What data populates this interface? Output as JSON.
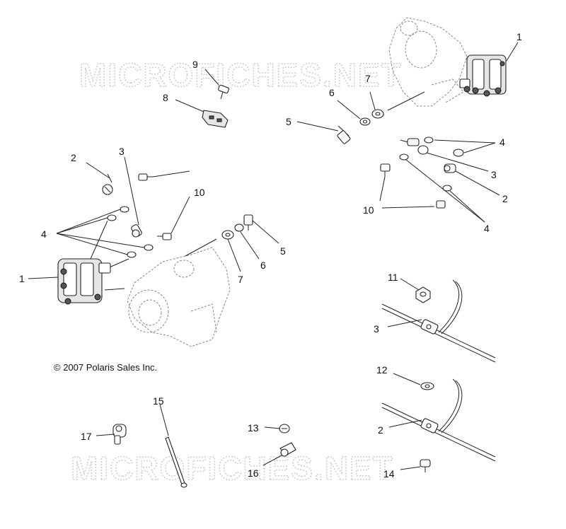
{
  "watermark": {
    "text": "MICROFICHES.NET"
  },
  "copyright": {
    "text": "© 2007 Polaris Sales Inc."
  },
  "callouts": {
    "r1": "1",
    "r7": "7",
    "r6": "6",
    "r5": "5",
    "r4a": "4",
    "r3": "3",
    "r2": "2",
    "r10": "10",
    "r4b": "4",
    "l9": "9",
    "l8": "8",
    "l2": "2",
    "l3": "3",
    "l10": "10",
    "l4": "4",
    "l1": "1",
    "m5": "5",
    "m6": "6",
    "m7": "7",
    "c11": "11",
    "c3": "3",
    "c12": "12",
    "c2": "2",
    "c14": "14",
    "b15": "15",
    "b17": "17",
    "b13": "13",
    "b16": "16"
  }
}
